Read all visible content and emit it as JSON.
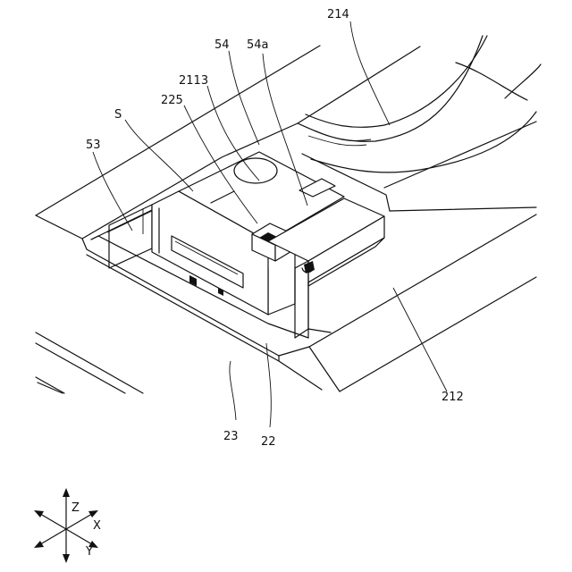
{
  "figure": {
    "labels": {
      "l214": "214",
      "l54": "54",
      "l54a": "54a",
      "l2113": "2113",
      "l225": "225",
      "lS": "S",
      "l53": "53",
      "l212": "212",
      "l23": "23",
      "l22": "22"
    },
    "axes": {
      "z": "Z",
      "x": "X",
      "y": "Y"
    }
  }
}
